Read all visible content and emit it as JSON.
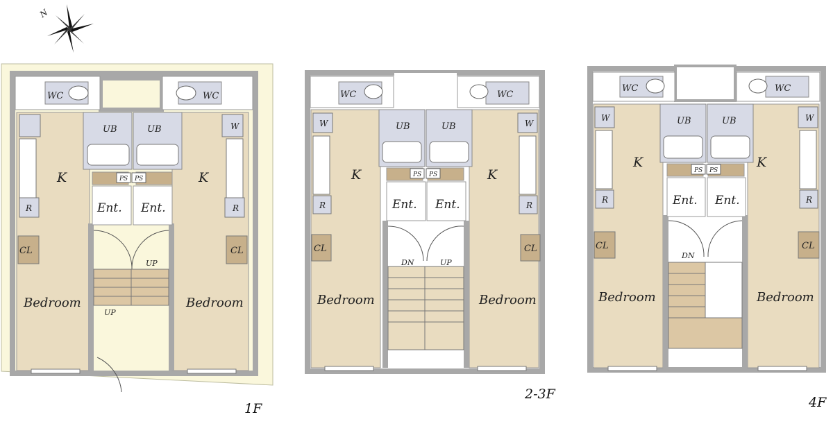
{
  "compass": {
    "north_label": "N"
  },
  "colors": {
    "wall": "#b5b5b5",
    "room": "#e9dcc0",
    "wet": "#d7dae6",
    "closet": "#c7b08b",
    "stair": "#dcc7a4",
    "site": "#faf7dc"
  },
  "floors": [
    {
      "id": "1F",
      "label": "1F",
      "rooms": {
        "wc_left": "WC",
        "wc_right": "WC",
        "ub_left": "UB",
        "ub_right": "UB",
        "k_left": "K",
        "k_right": "K",
        "ent_left": "Ent.",
        "ent_right": "Ent.",
        "ps_left": "PS",
        "ps_right": "PS",
        "w_left": "",
        "w_right": "W",
        "r_left": "R",
        "r_right": "R",
        "cl_left": "CL",
        "cl_right": "CL",
        "bed_left": "Bedroom",
        "bed_right": "Bedroom",
        "up_top": "UP",
        "up_bottom": "UP"
      }
    },
    {
      "id": "2-3F",
      "label": "2-3F",
      "rooms": {
        "wc_left": "WC",
        "wc_right": "WC",
        "ub_left": "UB",
        "ub_right": "UB",
        "k_left": "K",
        "k_right": "K",
        "ent_left": "Ent.",
        "ent_right": "Ent.",
        "ps_left": "PS",
        "ps_right": "PS",
        "w_left": "W",
        "w_right": "W",
        "r_left": "R",
        "r_right": "R",
        "cl_left": "CL",
        "cl_right": "CL",
        "bed_left": "Bedroom",
        "bed_right": "Bedroom",
        "dn": "DN",
        "up": "UP"
      }
    },
    {
      "id": "4F",
      "label": "4F",
      "rooms": {
        "wc_left": "WC",
        "wc_right": "WC",
        "ub_left": "UB",
        "ub_right": "UB",
        "k_left": "K",
        "k_right": "K",
        "ent_left": "Ent.",
        "ent_right": "Ent.",
        "ps_left": "PS",
        "ps_right": "PS",
        "w_left": "W",
        "w_right": "W",
        "r_left": "R",
        "r_right": "R",
        "cl_left": "CL",
        "cl_right": "CL",
        "bed_left": "Bedroom",
        "bed_right": "Bedroom",
        "dn": "DN"
      }
    }
  ]
}
